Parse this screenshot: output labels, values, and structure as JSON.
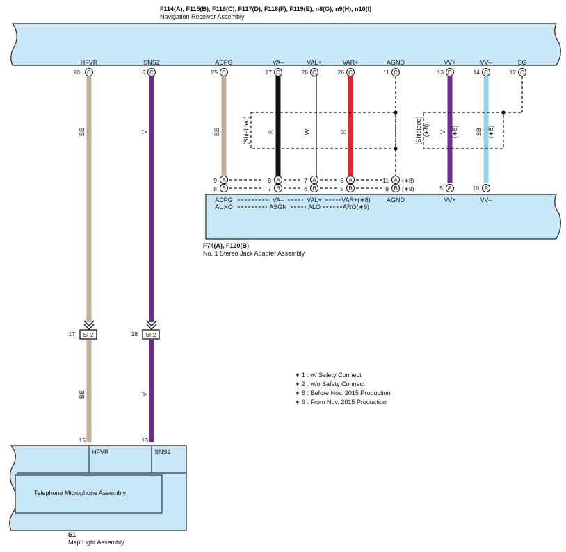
{
  "receiver": {
    "codes": "F114(A), F115(B), F116(C), F117(D), F118(F), F119(E), n8(G), n9(H), n10(I)",
    "name": "Navigation Receiver Assembly",
    "terminals": [
      {
        "label": "HFVR",
        "pin": "20",
        "conn": "C"
      },
      {
        "label": "SNS2",
        "pin": "6",
        "conn": "C"
      },
      {
        "label": "ADPG",
        "pin": "25",
        "conn": "C"
      },
      {
        "label": "VA–",
        "pin": "27",
        "conn": "C"
      },
      {
        "label": "VAL+",
        "pin": "28",
        "conn": "C"
      },
      {
        "label": "VAR+",
        "pin": "26",
        "conn": "C"
      },
      {
        "label": "AGND",
        "pin": "11",
        "conn": "C"
      },
      {
        "label": "VV+",
        "pin": "13",
        "conn": "C"
      },
      {
        "label": "VV–",
        "pin": "14",
        "conn": "C"
      },
      {
        "label": "SG",
        "pin": "12",
        "conn": "C"
      }
    ]
  },
  "jack": {
    "codes": "F74(A), F120(B)",
    "name": "No.  1 Stereo Jack Adapter Assembly",
    "row_a_pins": [
      "9",
      "8",
      "7",
      "6",
      "11",
      "5",
      "10"
    ],
    "row_b_pins": [
      "8",
      "7",
      "6",
      "5",
      "9"
    ],
    "row_a_conn": "A",
    "row_b_conn": "B",
    "note_a": "(∗8)",
    "note_b": "(∗9)",
    "labels_row1": [
      "ADPG",
      "VA–",
      "VAL+",
      "VAR+(∗8)",
      "AGND",
      "VV+",
      "VV–"
    ],
    "labels_row2": [
      "AUXO",
      "ASGN",
      "ALO",
      "ARO(∗9)"
    ]
  },
  "wires": {
    "colors": {
      "BE": "#c0ae98",
      "V": "#6b2f8f",
      "B": "#111111",
      "W": "#ffffff",
      "R": "#e8242a",
      "SB": "#8fd1ef"
    },
    "codes": [
      "BE",
      "V",
      "BE",
      "B",
      "W",
      "R",
      "V",
      "SB"
    ],
    "shielded": "(Shielded)",
    "v_note": "(∗8)",
    "sb_note": "(∗8)"
  },
  "splice": {
    "pins": [
      "17",
      "18"
    ],
    "label": "SF2"
  },
  "s1": {
    "code": "S1",
    "name": "Map Light Assembly",
    "pins": [
      "15",
      "13"
    ],
    "terminals": [
      "HFVR",
      "SNS2"
    ],
    "inner": "Telephone Microphone Assembly"
  },
  "notes": [
    "∗ 1 : w/ Safety Connect",
    "∗ 2 : w/o Safety Connect",
    "∗ 8 : Before Nov.  2015 Production",
    "∗ 9 : From Nov.  2015 Production"
  ]
}
